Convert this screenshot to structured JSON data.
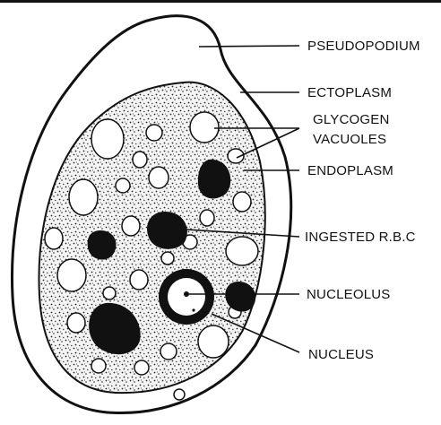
{
  "labels": {
    "pseudopodium": "PSEUDOPODIUM",
    "ectoplasm": "ECTOPLASM",
    "glycogen_line1": "GLYCOGEN",
    "glycogen_line2": "VACUOLES",
    "endoplasm": "ENDOPLASM",
    "ingested_rbc": "INGESTED R.B.C",
    "nucleolus": "NUCLEOLUS",
    "nucleus": "NUCLEUS"
  },
  "colors": {
    "ink": "#111111",
    "paper": "#ffffff",
    "stipple": "#2a2a2a"
  }
}
